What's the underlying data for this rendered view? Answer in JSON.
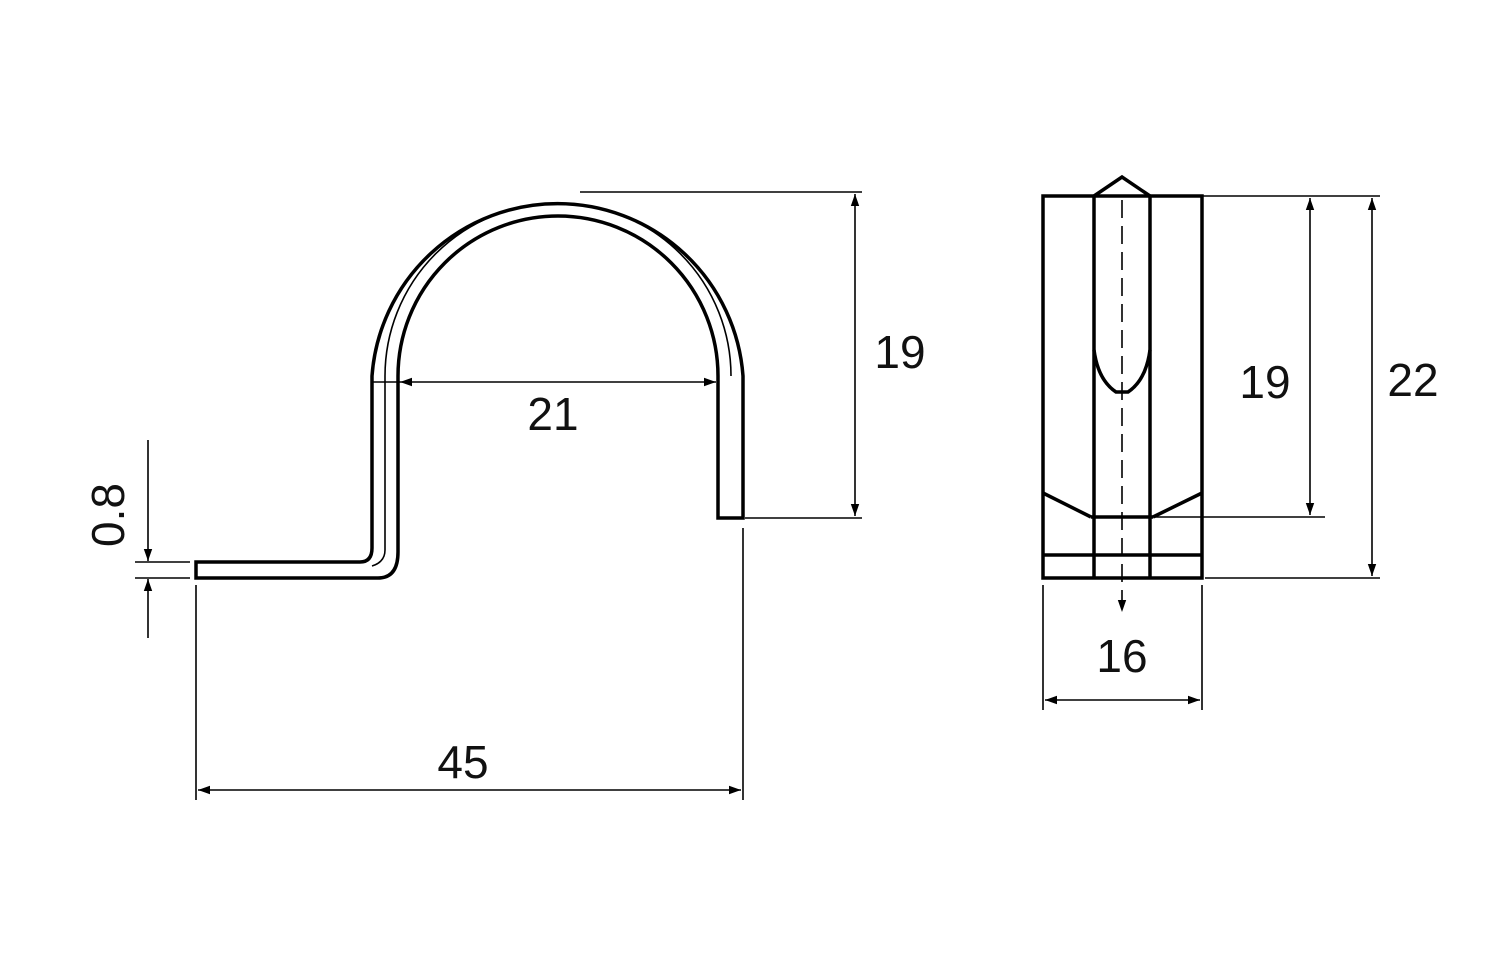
{
  "drawing": {
    "side_view": {
      "height_label": "19",
      "inner_width_label": "21",
      "overall_length_label": "45",
      "thickness_label": "0.8"
    },
    "front_view": {
      "inner_height_label": "19",
      "overall_height_label": "22",
      "width_label": "16"
    },
    "colors": {
      "line": "#000000",
      "background": "#ffffff"
    }
  }
}
